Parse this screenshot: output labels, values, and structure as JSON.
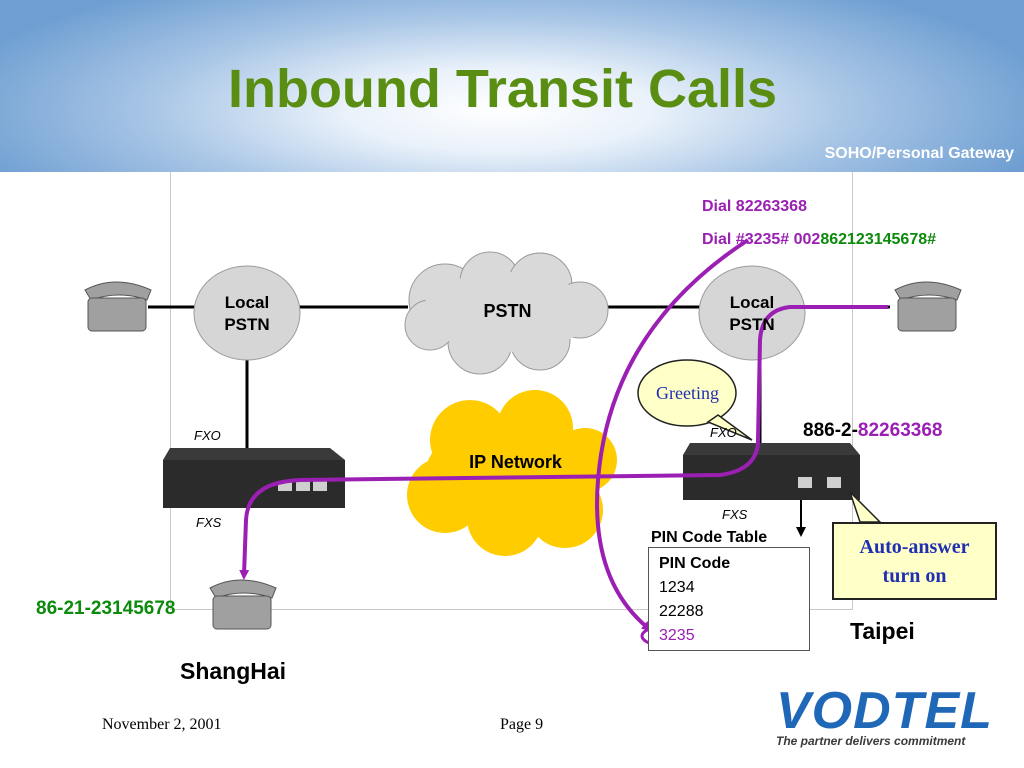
{
  "header": {
    "title": "Inbound Transit Calls",
    "subtitle": "SOHO/Personal Gateway"
  },
  "diagram": {
    "local_pstn_left": "Local\nPSTN",
    "local_pstn_right": "Local\nPSTN",
    "pstn": "PSTN",
    "ip_network": "IP Network",
    "greeting": "Greeting",
    "fxo_left": "FXO",
    "fxs_left": "FXS",
    "fxo_right": "FXO",
    "fxs_right": "FXS",
    "dial_line1": "Dial 82263368",
    "dial_line2_a": "Dial #3235# 002",
    "dial_line2_b": "862123145678#",
    "taipei_number_prefix": "886-2-",
    "taipei_number_suffix": "82263368",
    "shanghai_number": "86-21-23145678",
    "city_left": "ShangHai",
    "city_right": "Taipei",
    "auto_answer": "Auto-answer\nturn on"
  },
  "pin_table": {
    "caption": "PIN Code Table",
    "header": "PIN Code",
    "rows": [
      "1234",
      "22288",
      "3235"
    ]
  },
  "footer": {
    "date": "November 2, 2001",
    "page": "Page 9"
  },
  "logo": {
    "name": "VODTEL",
    "tagline": "The partner delivers commitment"
  },
  "colors": {
    "title": "#5a8e12",
    "arrow": "#9a1fb2",
    "ip_cloud": "#ffcc00",
    "green_text": "#0b8a0b",
    "auto_answer_text": "#1f2fb2"
  }
}
